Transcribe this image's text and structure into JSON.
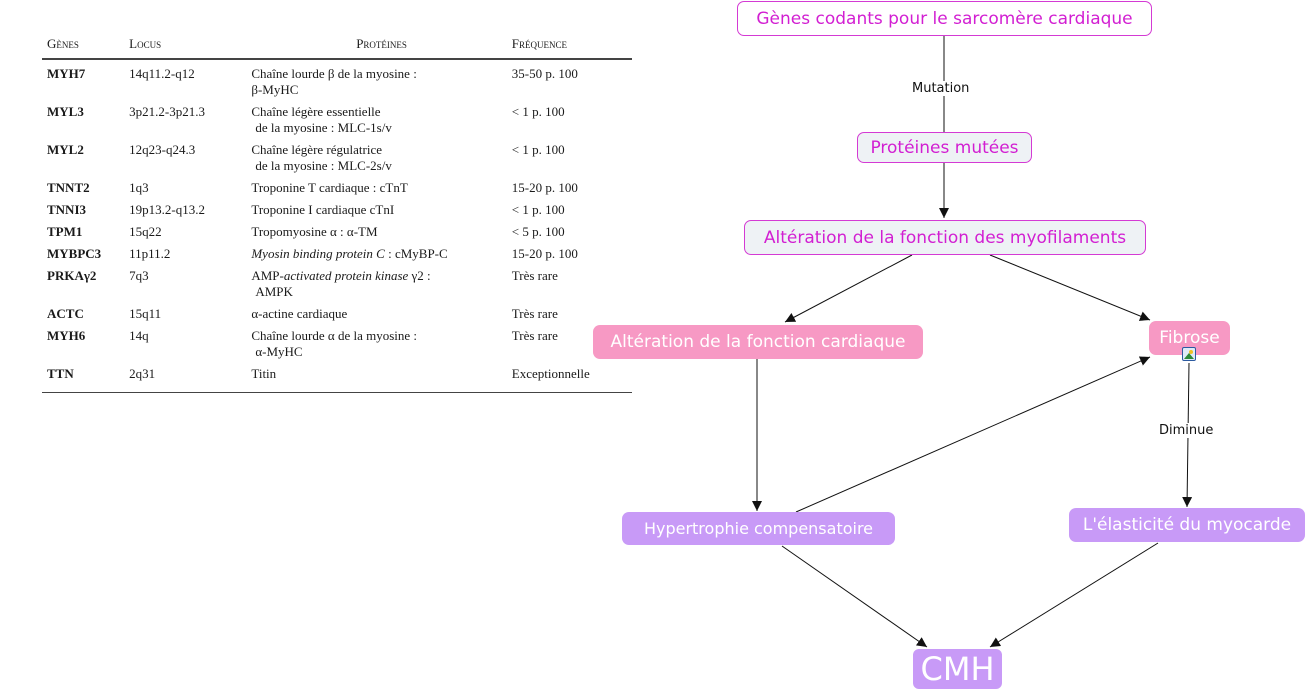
{
  "table": {
    "headers": {
      "gene": "Gènes",
      "locus": "Locus",
      "protein": "Protéines",
      "frequency": "Fréquence"
    },
    "rows": [
      {
        "gene": "MYH7",
        "locus": "14q11.2-q12",
        "protein_line1": "Chaîne lourde β de la myosine :",
        "protein_line2": "β-MyHC",
        "frequency": "35-50 p. 100"
      },
      {
        "gene": "MYL3",
        "locus": "3p21.2-3p21.3",
        "protein_line1": "Chaîne légère essentielle",
        "protein_line2": "de la myosine : MLC-1s/v",
        "frequency": "< 1 p. 100"
      },
      {
        "gene": "MYL2",
        "locus": "12q23-q24.3",
        "protein_line1": "Chaîne légère régulatrice",
        "protein_line2": "de la myosine : MLC-2s/v",
        "frequency": "< 1 p. 100"
      },
      {
        "gene": "TNNT2",
        "locus": "1q3",
        "protein_line1": "Troponine T cardiaque : cTnT",
        "protein_line2": "",
        "frequency": "15-20 p. 100"
      },
      {
        "gene": "TNNI3",
        "locus": "19p13.2-q13.2",
        "protein_line1": "Troponine I cardiaque cTnI",
        "protein_line2": "",
        "frequency": "< 1 p. 100"
      },
      {
        "gene": "TPM1",
        "locus": "15q22",
        "protein_line1": "Tropomyosine α : α-TM",
        "protein_line2": "",
        "frequency": "< 5 p. 100"
      },
      {
        "gene": "MYBPC3",
        "locus": "11p11.2",
        "protein_italic": "Myosin binding protein C",
        "protein_rest": " : cMyBP-C",
        "frequency": "15-20 p. 100"
      },
      {
        "gene": "PRKAγ2",
        "locus": "7q3",
        "protein_pre": "AMP-",
        "protein_italic": "activated protein kinase",
        "protein_rest": " γ2 :",
        "protein_line2": "AMPK",
        "frequency": "Très rare"
      },
      {
        "gene": "ACTC",
        "locus": "15q11",
        "protein_line1": "α-actine cardiaque",
        "protein_line2": "",
        "frequency": "Très rare"
      },
      {
        "gene": "MYH6",
        "locus": "14q",
        "protein_line1": "Chaîne lourde α de la myosine :",
        "protein_line2": "α-MyHC",
        "frequency": "Très rare"
      },
      {
        "gene": "TTN",
        "locus": "2q31",
        "protein_line1": "Titin",
        "protein_line2": "",
        "frequency": "Exceptionnelle"
      }
    ]
  },
  "concept_map": {
    "colors": {
      "outline_text": "#d21fd2",
      "outline_border": "#d43ad4",
      "outline_fill": "#eef2f5",
      "pink_fill": "#f799c4",
      "violet_fill": "#c89af7",
      "edge": "#111111"
    },
    "nodes": {
      "genes": "Gènes codants pour le sarcomère cardiaque",
      "proteins": "Protéines mutées",
      "myofilaments": "Altération de la fonction des myofilaments",
      "cardiac_function": "Altération de la fonction cardiaque",
      "fibrose": "Fibrose",
      "hypertrophy": "Hypertrophie compensatoire",
      "elasticity": "L'élasticité du myocarde",
      "cmh": "CMH"
    },
    "link_labels": {
      "mutation": "Mutation",
      "diminue": "Diminue"
    },
    "edges": [
      {
        "from": "genes",
        "to": "proteins",
        "label": "mutation"
      },
      {
        "from": "proteins",
        "to": "myofilaments"
      },
      {
        "from": "myofilaments",
        "to": "cardiac_function"
      },
      {
        "from": "myofilaments",
        "to": "fibrose"
      },
      {
        "from": "cardiac_function",
        "to": "hypertrophy"
      },
      {
        "from": "hypertrophy",
        "to": "fibrose"
      },
      {
        "from": "fibrose",
        "to": "elasticity",
        "label": "diminue"
      },
      {
        "from": "hypertrophy",
        "to": "cmh"
      },
      {
        "from": "elasticity",
        "to": "cmh"
      }
    ],
    "fibrose_attachment_icon": "image-icon"
  }
}
